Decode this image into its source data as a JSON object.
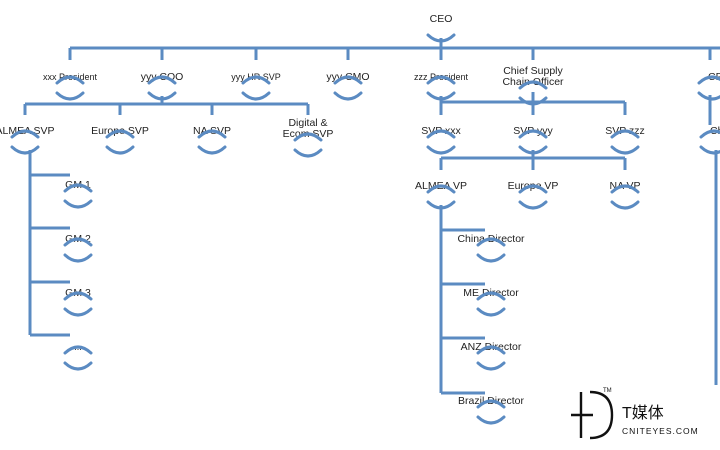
{
  "org_chart": {
    "root": "CEO",
    "level1": [
      "xxx President",
      "yyy COO",
      "yyy HR SVP",
      "yyy CMO",
      "zzz President",
      "Chief Supply Chain Officer",
      "CF"
    ],
    "coo_reports": [
      "ALMEA SVP",
      "Europe SVP",
      "NA SVP",
      "Digital & Ecom SVP"
    ],
    "almea_svp_reports": [
      "GM 1",
      "GM 2",
      "GM 3",
      "..."
    ],
    "csco_reports": [
      "SVP xxx",
      "SVP yyy",
      "SVP zzz"
    ],
    "cf_reports": [
      "Ch"
    ],
    "svp_yyy_reports": [
      "ALMEA VP",
      "Europe VP",
      "NA VP"
    ],
    "almea_vp_reports": [
      "China Director",
      "ME Director",
      "ANZ Director",
      "Brazil Director"
    ]
  },
  "watermark": {
    "name": "T媒体",
    "site": "CNITEYES.COM",
    "tm": "TM"
  },
  "colors": {
    "connector": "#5b8bc2",
    "text": "#1f1f1f"
  }
}
